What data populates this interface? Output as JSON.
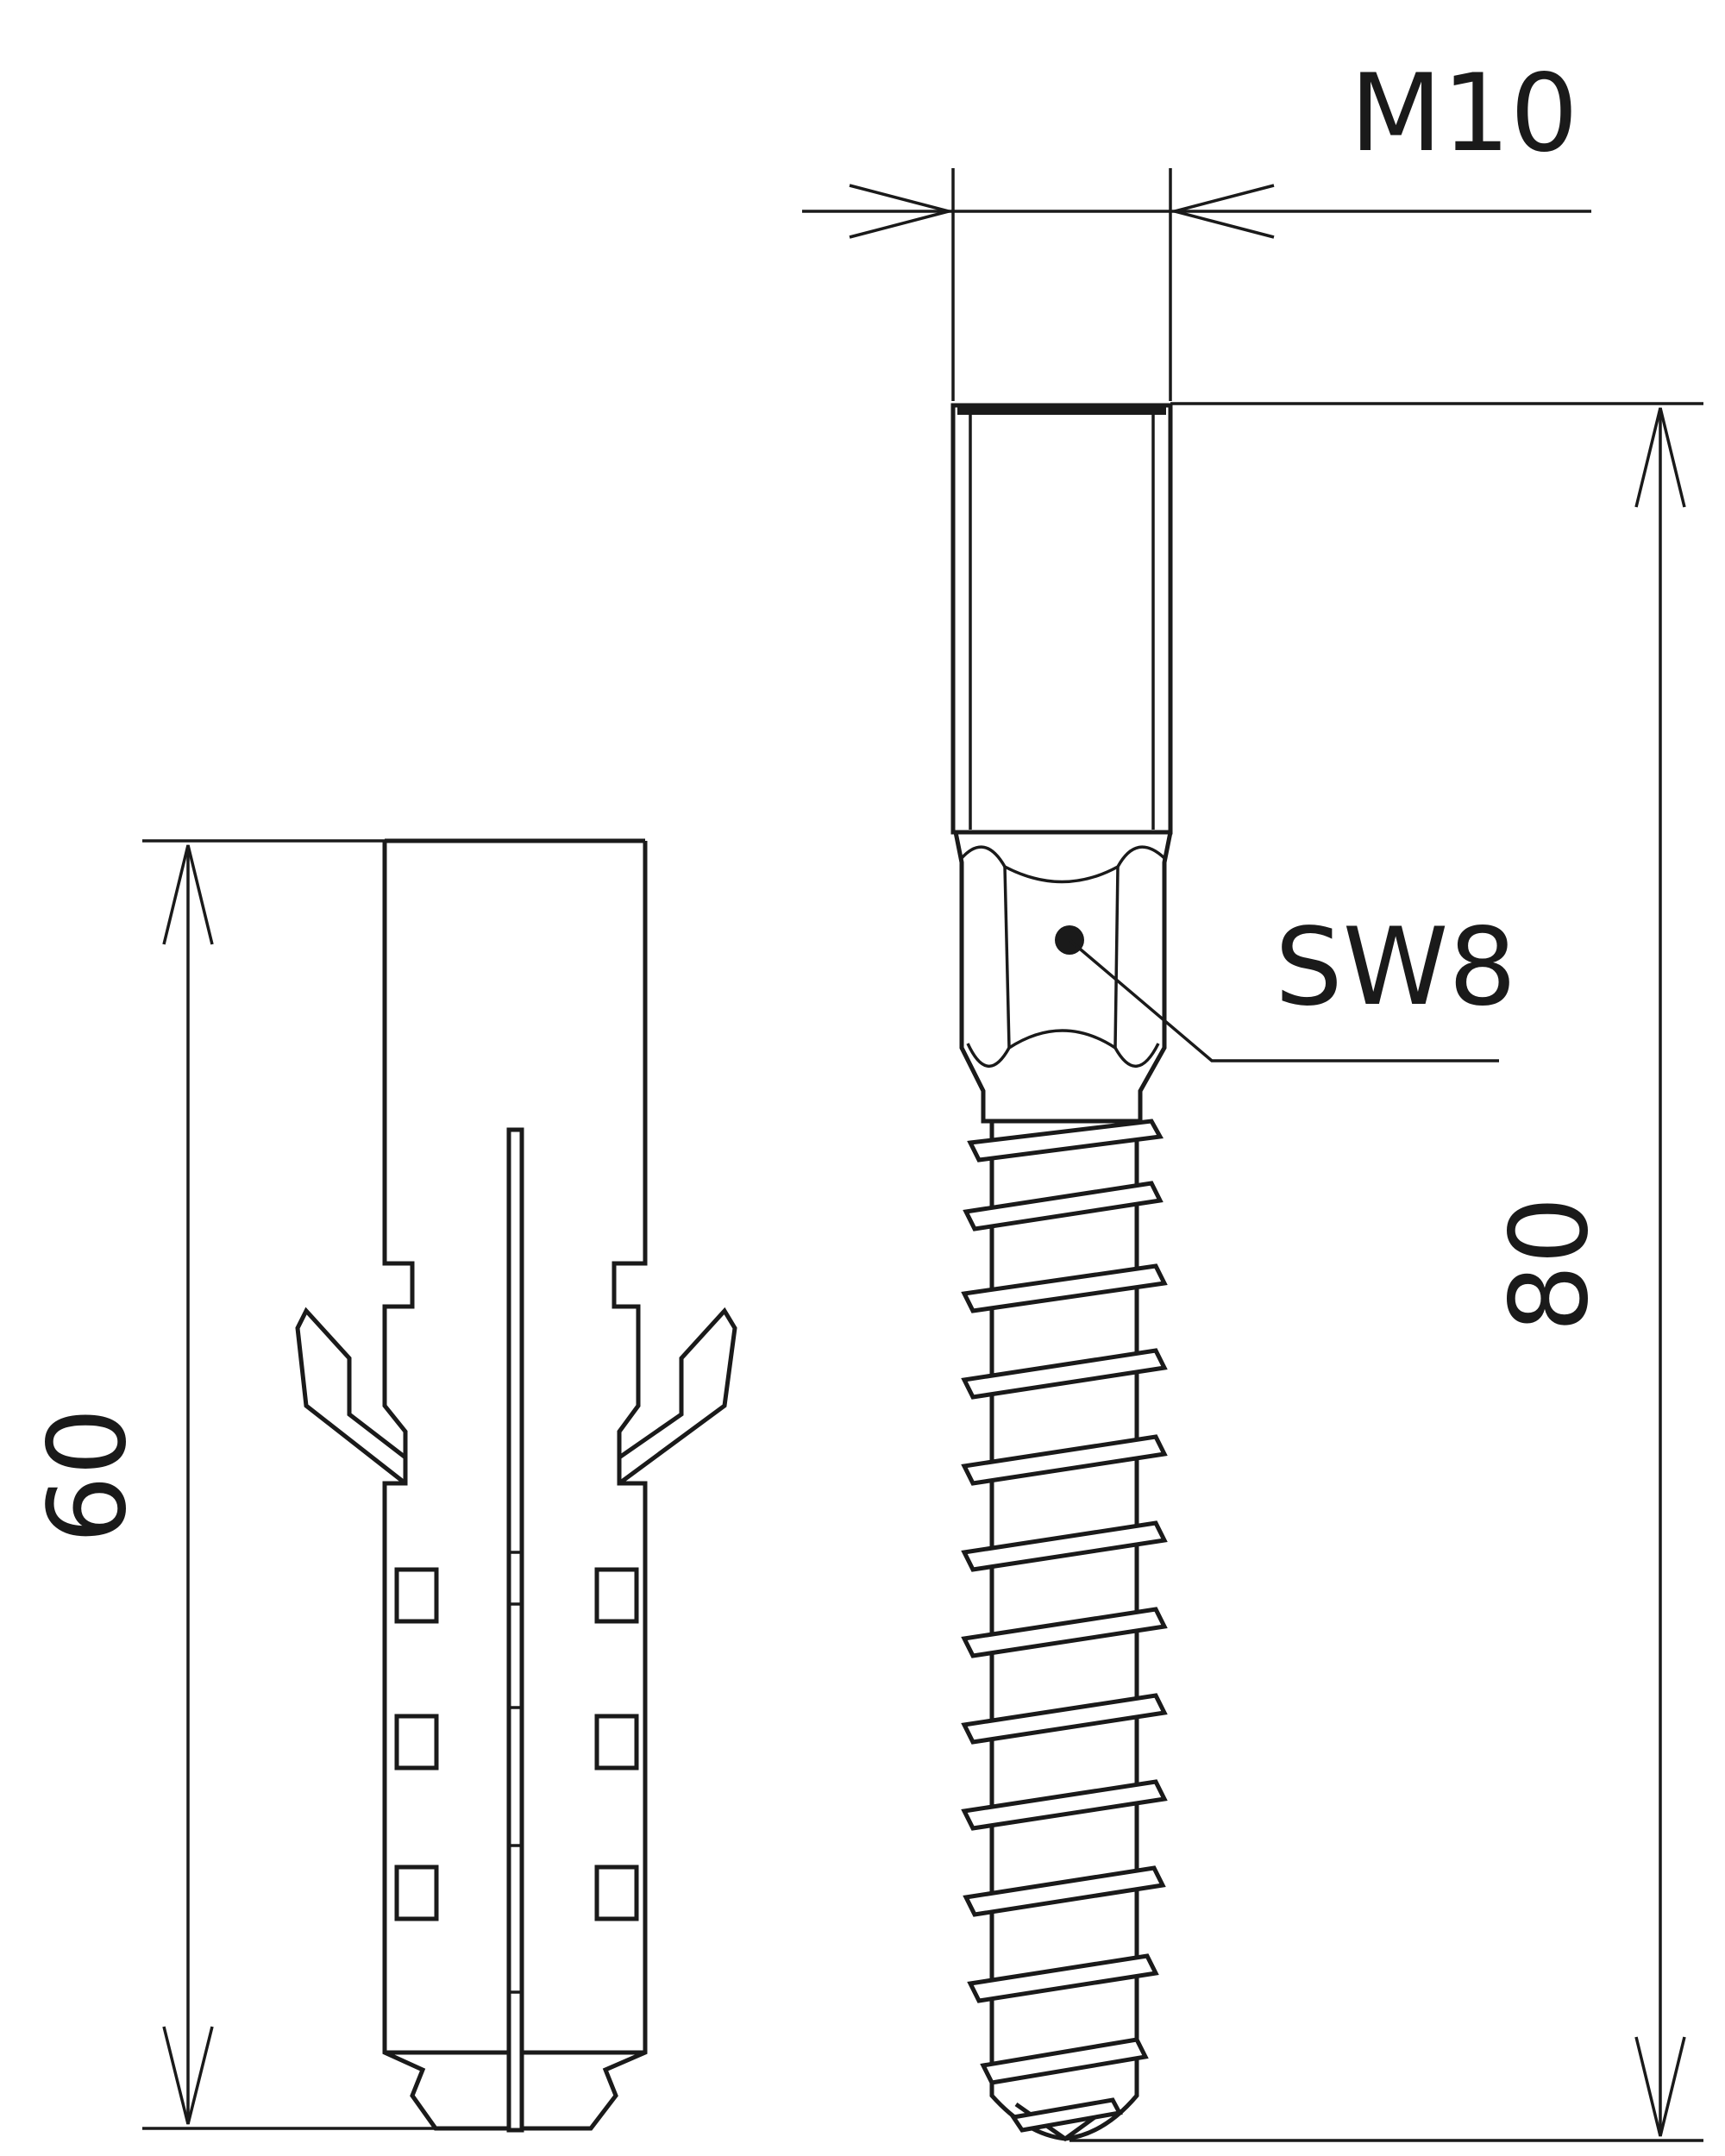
{
  "dimensions": {
    "thread": "M10",
    "wrench_size": "SW8",
    "screw_length": "80",
    "plug_length": "60"
  }
}
